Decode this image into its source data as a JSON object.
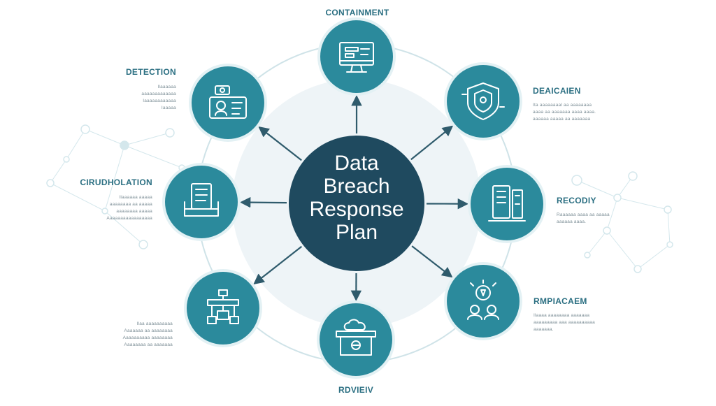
{
  "center": {
    "lines": [
      "Data",
      "Breach",
      "Response",
      "Plan"
    ]
  },
  "colors": {
    "center_fill": "#1f4a5f",
    "node_fill": "#2b8a9c",
    "node_ring": "#e3f1f4",
    "arrow": "#2f5b6c",
    "orbit": "#cfe3e8",
    "halo": "#eef4f7",
    "label": "#2b6f82",
    "network": "#d4e7ec"
  },
  "nodes": [
    {
      "id": "containment",
      "label": "CONTAINMENT",
      "icon": "monitor-icon",
      "desc": []
    },
    {
      "id": "deaication",
      "label": "DEAICAIEN",
      "icon": "shield-icon",
      "desc": [
        "Ita aaaaaaaal aa aaaaaaaa",
        "aaaa aa aaaaaaa aaaa aaaa.",
        "aaaaaa aaaaa aa aaaaaaa"
      ]
    },
    {
      "id": "recodiy",
      "label": "RECODIY",
      "icon": "server-icon",
      "desc": [
        "Raaaaaa aaaa aa aaaaa",
        "aaaaaa aaaa."
      ]
    },
    {
      "id": "rmpiacaem",
      "label": "RMPIACAEM",
      "icon": "team-icon",
      "desc": [
        "Ilaaaa aaaaaaaa aaaaaaa",
        "aaaaaaaaa aaa aaaaaaaaaa",
        "aaaaaaa."
      ]
    },
    {
      "id": "review",
      "label": "RDVIEIV",
      "icon": "report-icon",
      "desc": []
    },
    {
      "id": "node-6",
      "label": "",
      "icon": "flowchart-icon",
      "desc": [
        "Ilaa aaaaaaaaaa",
        "Aaaaaaa aa aaaaaaaa",
        "Aaaaaaaaaa aaaaaaaa",
        "Aaaaaaaa aa aaaaaaa"
      ]
    },
    {
      "id": "cirudholation",
      "label": "CIRUDHOLATION",
      "icon": "tablet-icon",
      "desc": [
        "Ilaaaaaa aaaaa",
        "aaaaaaaa aa aaaaa",
        "aaaaaaaa aaaaa",
        "Aaaaaaaaaaaaaaaaa"
      ]
    },
    {
      "id": "detection",
      "label": "DETECTION",
      "icon": "id-card-icon",
      "desc": [
        "Ilaaaaaa",
        "aaaaaaaaaaaaa",
        "Iaaaaaaaaaaaa",
        "Iaaaaa"
      ]
    }
  ]
}
